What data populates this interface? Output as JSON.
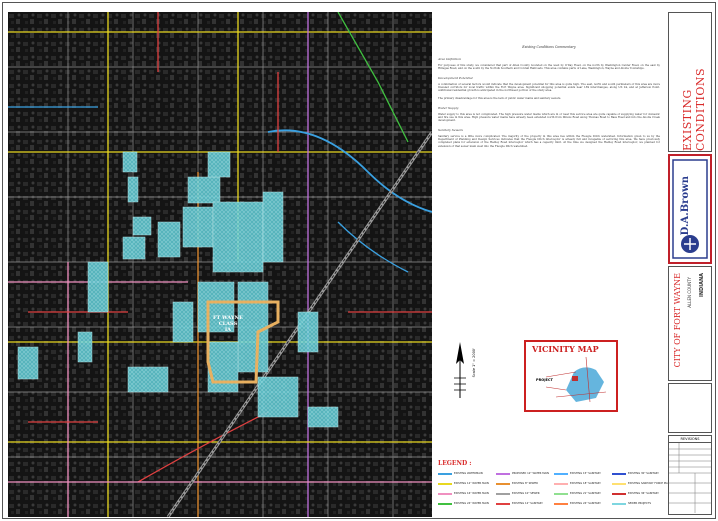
{
  "sheet": {
    "side_title": "EXISTING CONDITIONS",
    "firm_name": "D.A.Brown",
    "city_title": "CITY OF FORT WAYNE",
    "county": "ALLEN COUNTY",
    "state": "INDIANA",
    "revisions_label": "REVISIONS"
  },
  "map": {
    "annex_label_1": "FT WAYNE",
    "annex_label_2": "CLASS",
    "annex_label_3": "IA"
  },
  "notes": {
    "title": "Existing Conditions Commentary",
    "area_heading": "Area Definition",
    "area_text": "For purposes of this study, we considered that part of Allen County bounded on the west by O'Day Road, on the north by Washington Center Road, on the east by Hillegas Road, and on the south by the Norfolk Southern and Conrail Railroads. This area contains parts of Lake, Washington, Wayne and Aboite Townships.",
    "dev_heading": "Development Potential",
    "dev_text": "A combination of several factors would indicate that the development potential for this area is quite high. The east, north and south perimeters of this area are more traveled corridors for local traffic within the Fort Wayne area. Significant shopping potential exists near I-69 interchanges, along US 24, and at Jefferson Point. Additional residential growth is anticipated in the northwest portion of the study area.",
    "dev_text2": "The primary disadvantage for this area is the lack of public water mains and sanitary sewers.",
    "water_heading": "Water Supply",
    "water_text": "Water supply to this area is not complicated. The high pressure water mains which are in or near this service area are quite capable of supplying water for domestic and fire use in this area. High pressure water mains have already been extended north from Illinois Road along Thomas Road to Bass Road and into the Aboite Creek development.",
    "sewer_heading": "Sanitary Sewers",
    "sewer_text": "Sanitary service is a little more complicated. The majority of the property in this area lies within the Fleugle Ditch watershed. Information given to us by the Department of Planning and Design Services indicates that the Fleugle Ditch interceptor is already full and incapable of servicing this area. We have previously completed plans for extension of the Hadley Road interceptor which has a capacity limit. At the time we designed the Hadley Road interceptor, we planned for extension of that sewer main west into the Fleugle Ditch watershed."
  },
  "vicinity": {
    "title": "VICINITY MAP",
    "project_label": "PROJECT"
  },
  "scale": {
    "text": "Scale 1\" = 2000'"
  },
  "legend": {
    "title": "LEGEND :",
    "items": [
      {
        "label": "EXISTING WATERMAIN",
        "color": "#3aa0e0"
      },
      {
        "label": "EXISTING 12\" WATER MAIN",
        "color": "#e8d820"
      },
      {
        "label": "EXISTING 16\" WATER MAIN",
        "color": "#f090c0"
      },
      {
        "label": "EXISTING 24\" WATER MAIN",
        "color": "#40c040"
      },
      {
        "label": "PROPOSED 12\" WATER MAIN",
        "color": "#c070e0"
      },
      {
        "label": "EXISTING 8\" SEWER",
        "color": "#e89030"
      },
      {
        "label": "EXISTING 10\" SEWER",
        "color": "#a0a0a0"
      },
      {
        "label": "EXISTING 12\" SANITARY",
        "color": "#e04040"
      },
      {
        "label": "EXISTING 15\" SANITARY",
        "color": "#50b0ff"
      },
      {
        "label": "EXISTING 18\" SANITARY",
        "color": "#ffb0b0"
      },
      {
        "label": "EXISTING 21\" SANITARY",
        "color": "#90e090"
      },
      {
        "label": "EXISTING 24\" SANITARY",
        "color": "#ff8040"
      },
      {
        "label": "EXISTING 30\" SANITARY",
        "color": "#3050d0"
      },
      {
        "label": "EXISTING SANITARY FORCE MAIN",
        "color": "#ffe070"
      },
      {
        "label": "EXISTING 36\" SANITARY",
        "color": "#d03030"
      },
      {
        "label": "SEWER PROJECTS",
        "color": "#7ed6e0"
      }
    ]
  }
}
